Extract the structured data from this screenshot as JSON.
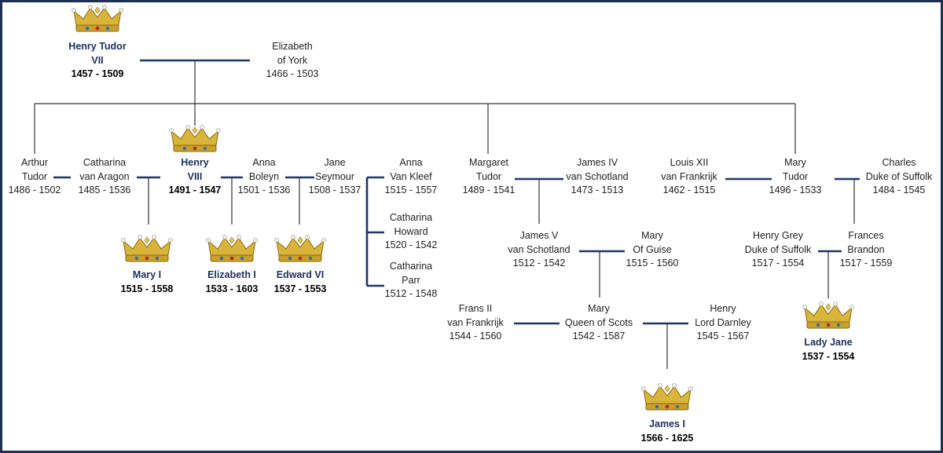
{
  "colors": {
    "frame": "#1c2f57",
    "line_thick": "#1d3768",
    "line_thin": "#333333",
    "royal_name": "#1b2f5e",
    "crown_gold": "#d9b43a"
  },
  "icons": {
    "crown": "crown-icon"
  },
  "people": {
    "henry7": {
      "name1": "Henry Tudor",
      "name2": "VII",
      "dates": "1457 - 1509",
      "royal": true
    },
    "elizabeth": {
      "name1": "Elizabeth",
      "name2": "of York",
      "dates": "1466 - 1503"
    },
    "arthur": {
      "name1": "Arthur",
      "name2": "Tudor",
      "dates": "1486 - 1502"
    },
    "catharina_a": {
      "name1": "Catharina",
      "name2": "van Aragon",
      "dates": "1485 - 1536"
    },
    "henry8": {
      "name1": "Henry",
      "name2": "VIII",
      "dates": "1491 - 1547",
      "royal": true
    },
    "anna_b": {
      "name1": "Anna",
      "name2": "Boleyn",
      "dates": "1501 - 1536"
    },
    "jane_s": {
      "name1": "Jane",
      "name2": "Seymour",
      "dates": "1508 - 1537"
    },
    "anna_k": {
      "name1": "Anna",
      "name2": "Van Kleef",
      "dates": "1515 - 1557"
    },
    "catharina_h": {
      "name1": "Catharina",
      "name2": "Howard",
      "dates": "1520 - 1542"
    },
    "catharina_p": {
      "name1": "Catharina",
      "name2": "Parr",
      "dates": "1512 - 1548"
    },
    "mary1": {
      "name1": "Mary I",
      "dates": "1515 - 1558",
      "royal": true
    },
    "elizabeth1": {
      "name1": "Elizabeth I",
      "dates": "1533 - 1603",
      "royal": true
    },
    "edward6": {
      "name1": "Edward VI",
      "dates": "1537 - 1553",
      "royal": true
    },
    "margaret": {
      "name1": "Margaret",
      "name2": "Tudor",
      "dates": "1489 - 1541"
    },
    "james4": {
      "name1": "James IV",
      "name2": "van Schotland",
      "dates": "1473 - 1513"
    },
    "louis12": {
      "name1": "Louis XII",
      "name2": "van Frankrijk",
      "dates": "1462 - 1515"
    },
    "mary_t": {
      "name1": "Mary",
      "name2": "Tudor",
      "dates": "1496 - 1533"
    },
    "charles": {
      "name1": "Charles",
      "name2": "Duke of Suffolk",
      "dates": "1484 - 1545"
    },
    "james5": {
      "name1": "James V",
      "name2": "van Schotland",
      "dates": "1512 - 1542"
    },
    "mary_g": {
      "name1": "Mary",
      "name2": "Of Guise",
      "dates": "1515 - 1560"
    },
    "henry_g": {
      "name1": "Henry Grey",
      "name2": "Duke of Suffolk",
      "dates": "1517 - 1554"
    },
    "frances": {
      "name1": "Frances",
      "name2": "Brandon",
      "dates": "1517 - 1559"
    },
    "frans2": {
      "name1": "Frans II",
      "name2": "van Frankrijk",
      "dates": "1544 - 1560"
    },
    "mary_qs": {
      "name1": "Mary",
      "name2": "Queen of Scots",
      "dates": "1542 - 1587"
    },
    "henry_d": {
      "name1": "Henry",
      "name2": "Lord Darnley",
      "dates": "1545 - 1567"
    },
    "lady_jane": {
      "name1": "Lady Jane",
      "dates": "1537 - 1554",
      "royal": true
    },
    "james1": {
      "name1": "James I",
      "dates": "1566 - 1625",
      "royal": true
    }
  }
}
